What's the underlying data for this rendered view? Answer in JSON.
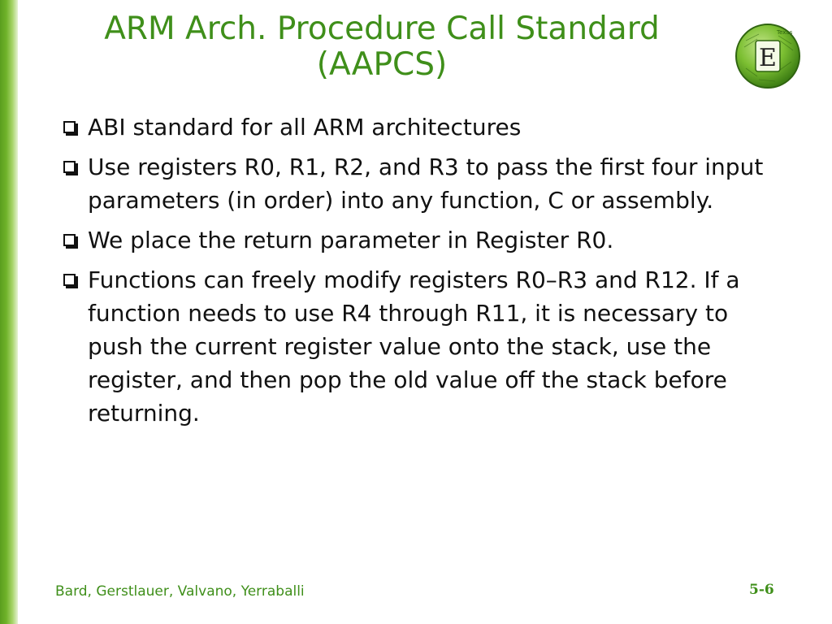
{
  "slide": {
    "title_line1": "ARM Arch. Procedure Call Standard",
    "title_line2": "(AAPCS)",
    "bullets": [
      "ABI standard for all ARM architectures",
      "Use registers R0, R1, R2, and R3 to pass the first four input parameters (in order) into any function, C or assembly.",
      "We place the return parameter in Register R0.",
      "Functions can freely modify registers R0–R3 and R12. If a function needs to use R4 through R11, it is necessary to push the current register value onto the stack, use the register, and then pop the old value off the stack before returning."
    ],
    "logo_letter": "E",
    "logo_caption": "Texas"
  },
  "footer": {
    "authors": "Bard, Gerstlauer, Valvano, Yerraballi",
    "page_number": "5-6"
  },
  "colors": {
    "accent_green": "#3f8f1a",
    "bar_green": "#6fb22a",
    "text": "#111111"
  }
}
